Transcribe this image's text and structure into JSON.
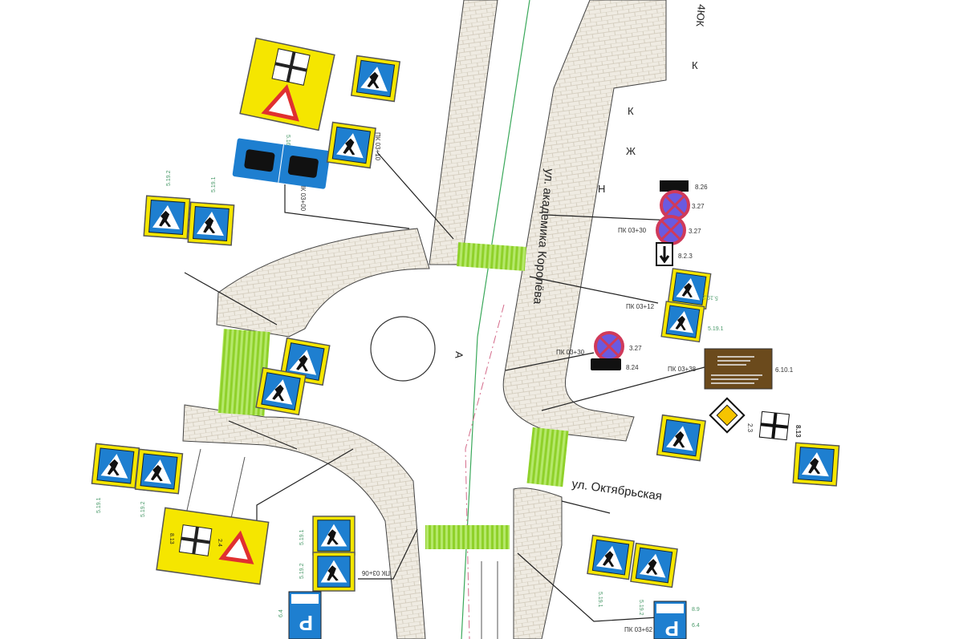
{
  "streets": {
    "korolyova": "ул. академика Королёва",
    "oktyabrskaya": "ул. Октябрьская"
  },
  "markers": {
    "a": "А",
    "k1": "К",
    "k2": "К",
    "zh": "Ж",
    "n": "Н",
    "yuk": "4ЮК"
  },
  "pickets": {
    "p1": "ПК 03+30",
    "p2": "ПК 03+12",
    "p3": "ПК 03+30",
    "p4": "ПК 03+38",
    "p5": "ПК 03+62",
    "p6": "ПК 03+06",
    "p7": "ПК 03+00",
    "p8": "ПК 03+10"
  },
  "sign_codes": {
    "s327a": "3.27",
    "s327b": "3.27",
    "s327c": "3.27",
    "s826": "8.26",
    "s823": "8.2.3",
    "s824": "8.24",
    "s5192": "5.19.2",
    "s5191": "5.19.1",
    "s6101": "6.10.1",
    "s23": "2.3",
    "s813": "8.13",
    "s24": "2.4",
    "s516": "5.16",
    "s64": "6.4",
    "s89": "8.9"
  },
  "colors": {
    "crosswalk": "#8fd12a",
    "sign_blue": "#1e7fd0",
    "sign_yellow": "#f5e600",
    "paving": "#efebe2",
    "brown": "#6b4a1c"
  }
}
